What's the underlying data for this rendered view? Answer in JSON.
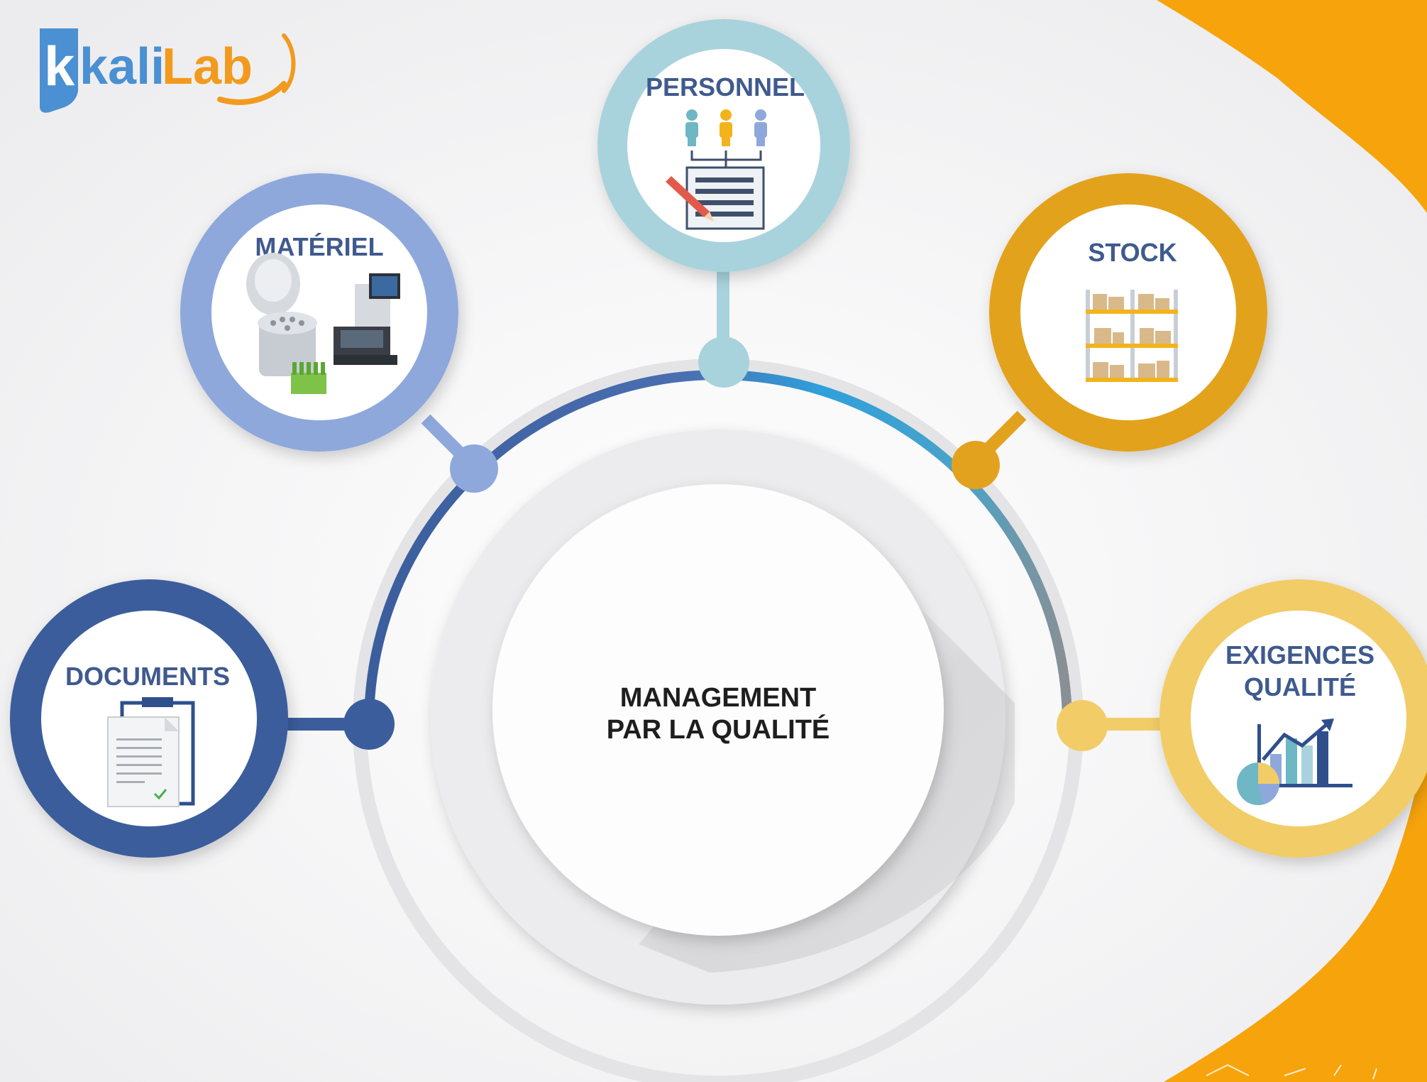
{
  "logo": {
    "part1": "kali",
    "part2": "Lab",
    "colors": {
      "primary": "#4a90d2",
      "accent": "#f29a1e"
    }
  },
  "center": {
    "line1": "MANAGEMENT",
    "line2": "PAR LA QUALITÉ"
  },
  "nodes": {
    "personnel": {
      "label": "PERSONNEL",
      "icon": "org-chart-icon",
      "color": "#a9d3dc"
    },
    "materiel": {
      "label": "MATÉRIEL",
      "icon": "lab-analyzer-icon",
      "color": "#8ea8dc"
    },
    "stock": {
      "label": "STOCK",
      "icon": "warehouse-shelves-icon",
      "color": "#e3a21e"
    },
    "documents": {
      "label": "DOCUMENTS",
      "icon": "clipboard-document-icon",
      "color": "#3b5d9c"
    },
    "exigences": {
      "label_line1": "EXIGENCES",
      "label_line2": "QUALITÉ",
      "icon": "bar-chart-icon",
      "color": "#f2cc66"
    }
  },
  "colors": {
    "label_text": "#3f5a8e",
    "center_text": "#1e1e1e",
    "orange_corner": "#f6a30c"
  }
}
